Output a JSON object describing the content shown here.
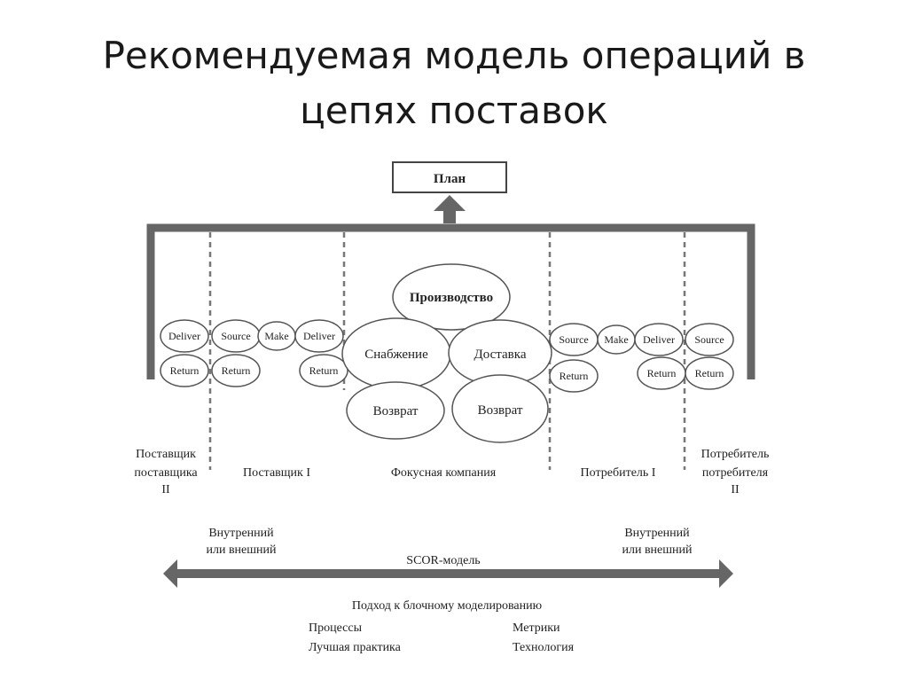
{
  "title": {
    "line1": "Рекомендуемая модель операций в",
    "line2": "цепях поставок"
  },
  "plan_box": "План",
  "focus": {
    "center": "Производство",
    "left": "Снабжение",
    "right": "Доставка",
    "return_left": "Возврат",
    "return_right": "Возврат"
  },
  "supplier_of_supplier": {
    "deliver": "Deliver",
    "return": "Return"
  },
  "supplier": {
    "source": "Source",
    "make": "Make",
    "deliver": "Deliver",
    "return_source": "Return",
    "return_deliver": "Return"
  },
  "customer": {
    "source": "Source",
    "make": "Make",
    "deliver": "Deliver",
    "return_source": "Return",
    "return_deliver": "Return"
  },
  "customer_of_customer": {
    "source": "Source",
    "return": "Return"
  },
  "tiers": {
    "t1": {
      "line1": "Поставщик",
      "line2": "поставщика",
      "line3": "II"
    },
    "t2": "Поставщик I",
    "t3": "Фокусная компания",
    "t4": "Потребитель I",
    "t5": {
      "line1": "Потребитель",
      "line2": "потребителя",
      "line3": "II"
    }
  },
  "scope_left": {
    "line1": "Внутренний",
    "line2": "или внешний"
  },
  "scope_right": {
    "line1": "Внутренний",
    "line2": "или внешний"
  },
  "scor_label": "SCOR-модель",
  "approach": "Подход к блочному моделированию",
  "bottom_left": {
    "line1": "Процессы",
    "line2": "Лучшая практика"
  },
  "bottom_right": {
    "line1": "Метрики",
    "line2": "Технология"
  }
}
